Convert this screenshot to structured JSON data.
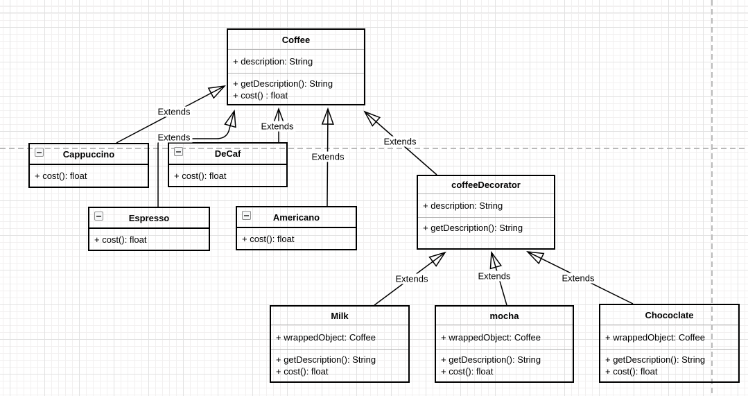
{
  "canvas": {
    "background_color": "#ffffff",
    "grid_minor_color": "#f2f0f0",
    "grid_major_color": "#e2e2e2",
    "page_break_color": "#b9b9b9",
    "shape_stroke_color": "#000000",
    "separator_color": "#b0b0b0"
  },
  "diagram": {
    "classes": [
      {
        "name": "Coffee",
        "attributes": [
          "+ description: String"
        ],
        "methods": [
          "+ getDescription(): String",
          "+ cost() : float"
        ]
      },
      {
        "name": "Cappuccino",
        "attributes": [],
        "methods": [
          "+ cost(): float"
        ]
      },
      {
        "name": "DeCaf",
        "attributes": [],
        "methods": [
          "+ cost(): float"
        ]
      },
      {
        "name": "Espresso",
        "attributes": [],
        "methods": [
          "+ cost(): float"
        ]
      },
      {
        "name": "Americano",
        "attributes": [],
        "methods": [
          "+ cost(): float"
        ]
      },
      {
        "name": "coffeeDecorator",
        "attributes": [
          "+ description: String"
        ],
        "methods": [
          "+ getDescription(): String"
        ]
      },
      {
        "name": "Milk",
        "attributes": [
          "+ wrappedObject: Coffee"
        ],
        "methods": [
          "+ getDescription(): String",
          "+ cost(): float"
        ]
      },
      {
        "name": "mocha",
        "attributes": [
          "+ wrappedObject: Coffee"
        ],
        "methods": [
          "+ getDescription(): String",
          "+ cost(): float"
        ]
      },
      {
        "name": "Chococlate",
        "attributes": [
          "+ wrappedObject: Coffee"
        ],
        "methods": [
          "+ getDescription(): String",
          "+ cost(): float"
        ]
      }
    ],
    "edges": [
      {
        "from": "Cappuccino",
        "to": "Coffee",
        "label": "Extends"
      },
      {
        "from": "Espresso",
        "to": "Coffee",
        "label": "Extends"
      },
      {
        "from": "DeCaf",
        "to": "Coffee",
        "label": "Extends"
      },
      {
        "from": "Americano",
        "to": "Coffee",
        "label": "Extends"
      },
      {
        "from": "coffeeDecorator",
        "to": "Coffee",
        "label": "Extends"
      },
      {
        "from": "Milk",
        "to": "coffeeDecorator",
        "label": "Extends"
      },
      {
        "from": "mocha",
        "to": "coffeeDecorator",
        "label": "Extends"
      },
      {
        "from": "Chococlate",
        "to": "coffeeDecorator",
        "label": "Extends"
      }
    ]
  }
}
